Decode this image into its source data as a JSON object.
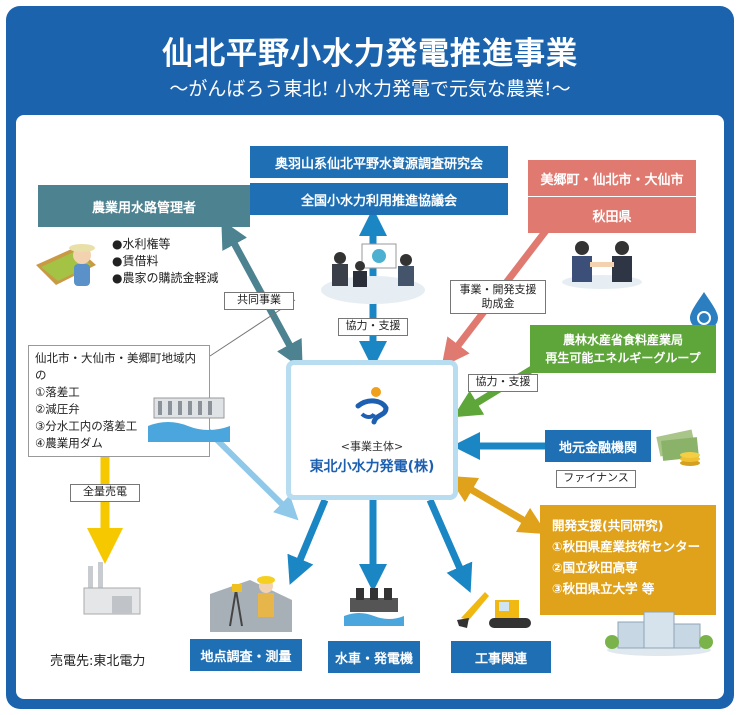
{
  "header": {
    "title": "仙北平野小水力発電推進事業",
    "subtitle": "〜がんばろう東北! 小水力発電で元気な農業!〜"
  },
  "top_center": {
    "box1": "奥羽山系仙北平野水資源調査研究会",
    "box2": "全国小水力利用推進協議会",
    "relation": "協力・支援"
  },
  "top_left": {
    "title": "農業用水路管理者",
    "items": [
      "●水利権等",
      "●賃借料",
      "●農家の購読金軽減"
    ],
    "relation": "共同事業"
  },
  "top_right": {
    "box1": "美郷町・仙北市・大仙市",
    "box2": "秋田県",
    "relation_line1": "事業・開発支援",
    "relation_line2": "助成金"
  },
  "mid_right": {
    "line1": "農林水産省食料産業局",
    "line2": "再生可能エネルギーグループ",
    "relation": "協力・支援"
  },
  "finance": {
    "title": "地元金融機関",
    "relation": "ファイナンス"
  },
  "sites": {
    "heading": "仙北市・大仙市・美郷町地域内の",
    "items": [
      "①落差工",
      "②減圧弁",
      "③分水工内の落差工",
      "④農業用ダム"
    ],
    "relation": "全量売電",
    "buyer": "売電先:東北電力"
  },
  "center": {
    "role": "<事業主体>",
    "name": "東北小水力発電(株)"
  },
  "research": {
    "title": "開発支援(共同研究)",
    "items": [
      "①秋田県産業技術センター",
      "②国立秋田高専",
      "③秋田県立大学 等"
    ]
  },
  "bottom": {
    "survey": "地点調査・測量",
    "turbine": "水車・発電機",
    "construction": "工事関連"
  },
  "colors": {
    "frame": "#1c63ad",
    "gray_teal": "#4d8290",
    "blue": "#1e6fb4",
    "salmon": "#e07a70",
    "green": "#5ea63a",
    "gold": "#e0a21b",
    "yellow": "#f6c800",
    "light_blue": "#8fc8e8"
  }
}
